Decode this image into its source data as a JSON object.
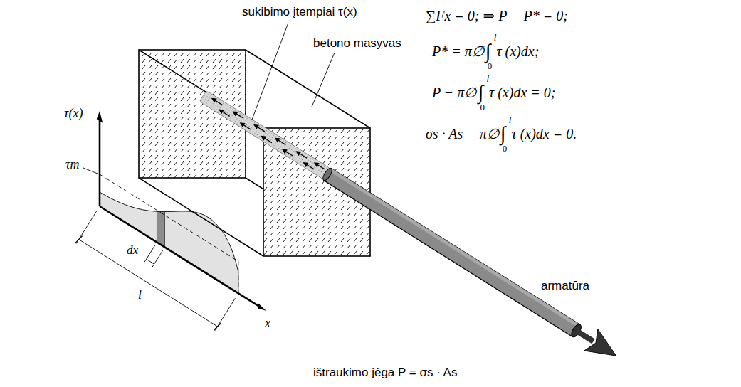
{
  "diagram": {
    "labels": [
      "sukibimo įtempiai τ(x)",
      "betono masyvas",
      "τ(x)",
      "τm",
      "dx",
      "l",
      "x",
      "armatūra",
      "ištraukimo jėga P = σs · As",
      "∑Fx = 0; ⇒ P − P* = 0;",
      "P* = π∅",
      "∫",
      "l",
      "0",
      "τ (x)dx;",
      "P − π∅",
      "∫",
      "l",
      "0",
      "τ (x)dx = 0;",
      "σs · As − π∅",
      "∫",
      "l",
      "0",
      "τ (x)dx = 0."
    ]
  }
}
